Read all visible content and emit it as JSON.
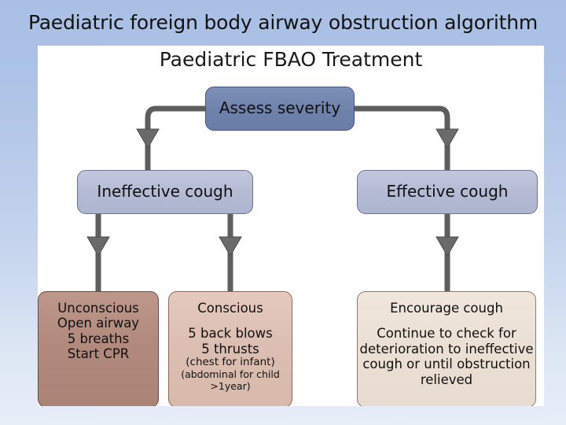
{
  "slide": {
    "title": "Paediatric foreign body airway obstruction algorithm",
    "panel_heading": "Paediatric FBAO Treatment"
  },
  "colors": {
    "page_background_top": "#a9bfe4",
    "page_background_bottom": "#e8eef8",
    "panel_background": "#ffffff",
    "assess_box_fill": "#7285ae",
    "cough_box_fill": "#b6bcd6",
    "unconscious_box_fill": "#b0897d",
    "conscious_box_fill": "#ddc0b4",
    "encourage_box_fill": "#ece0d5",
    "connector_stroke": "#5e5e5e"
  },
  "flow": {
    "assess": {
      "label": "Assess severity"
    },
    "ineffective": {
      "label": "Ineffective cough"
    },
    "effective": {
      "label": "Effective cough"
    },
    "unconscious": {
      "line1": "Unconscious",
      "line2": "Open airway",
      "line3": "5 breaths",
      "line4": "Start CPR"
    },
    "conscious": {
      "line1": "Conscious",
      "line2": "5 back blows",
      "line3": "5 thrusts",
      "line4": "(chest for infant)",
      "line5": "(abdominal for child >1year)"
    },
    "encourage": {
      "line1": "Encourage cough",
      "line2": "Continue to check for",
      "line3": "deterioration to ineffective",
      "line4": "cough or until obstruction",
      "line5": "relieved"
    }
  },
  "connectors": [
    {
      "name": "assess-to-ineffective",
      "from": "assess",
      "to": "ineffective"
    },
    {
      "name": "assess-to-effective",
      "from": "assess",
      "to": "effective"
    },
    {
      "name": "ineffective-to-unconscious",
      "from": "ineffective",
      "to": "unconscious"
    },
    {
      "name": "ineffective-to-conscious",
      "from": "ineffective",
      "to": "conscious"
    },
    {
      "name": "effective-to-encourage",
      "from": "effective",
      "to": "encourage"
    }
  ]
}
